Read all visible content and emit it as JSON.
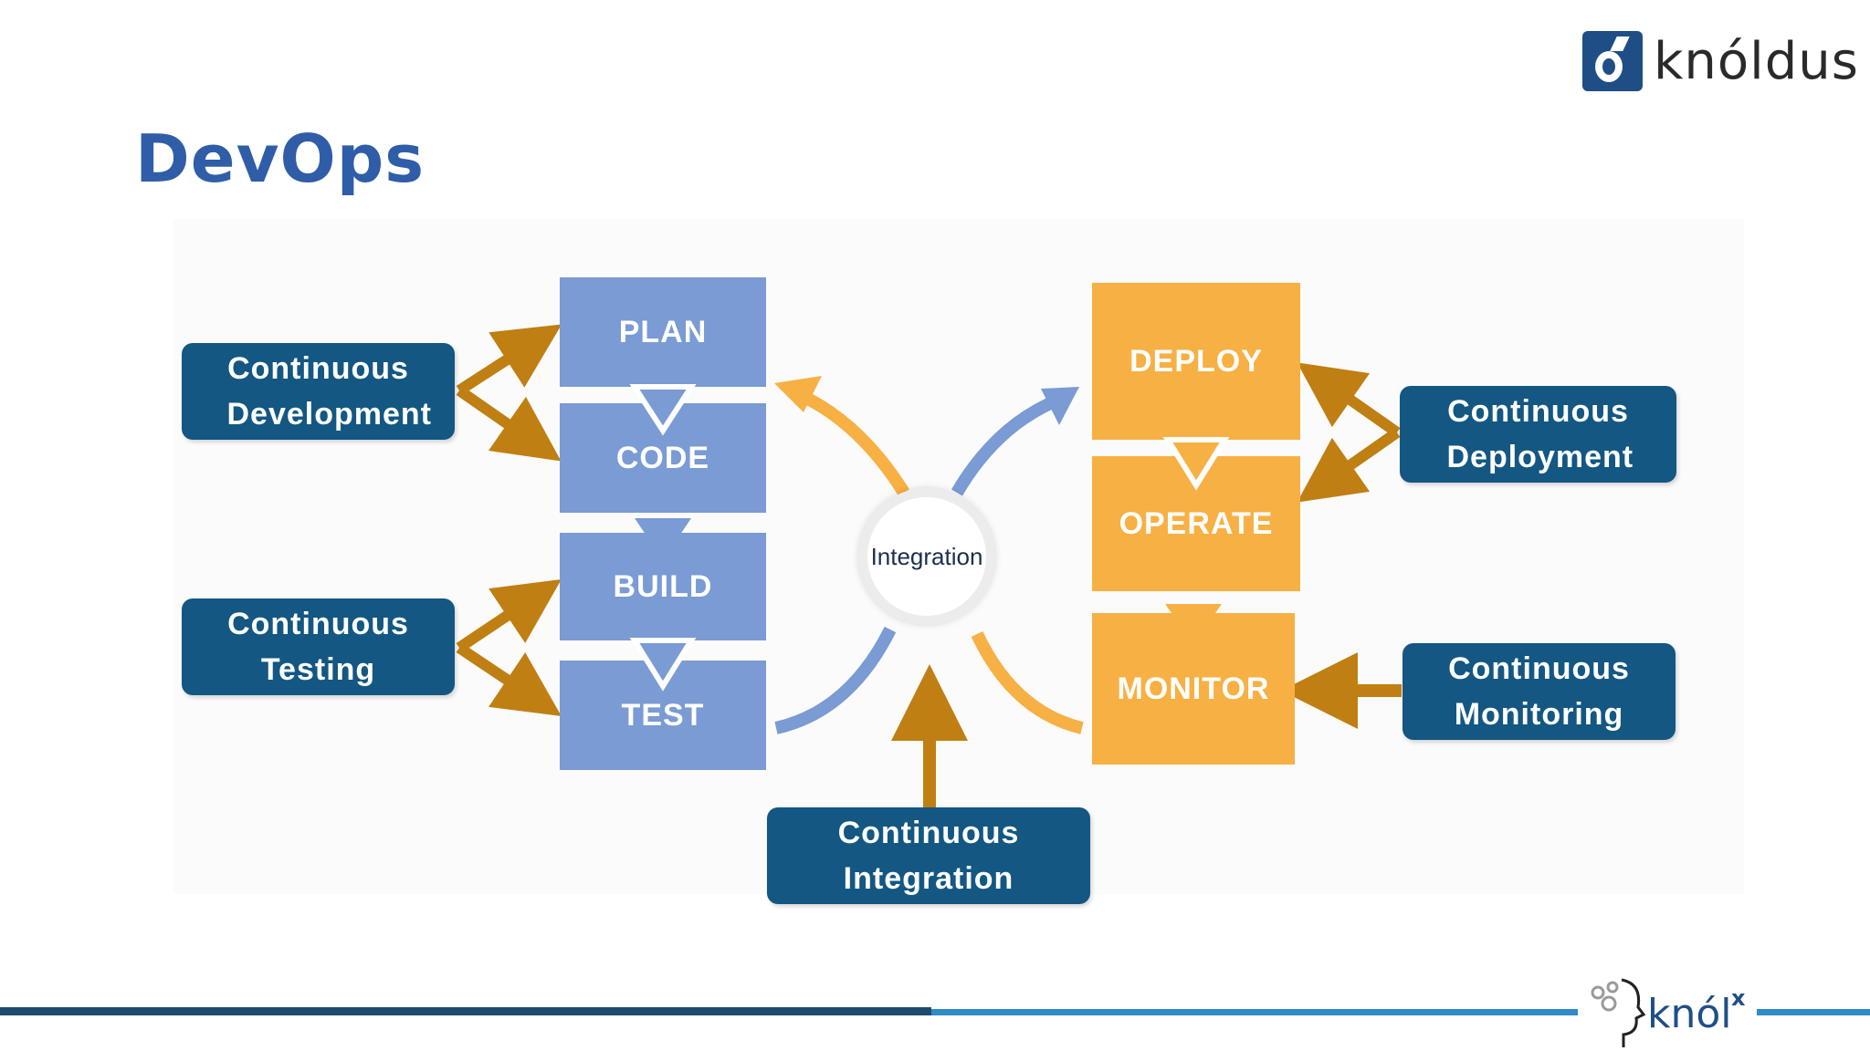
{
  "title": "DevOps",
  "brand": {
    "name": "knóldus",
    "footer_logo": "knól",
    "footer_logo_sup": "x"
  },
  "stages_left": [
    "PLAN",
    "CODE",
    "BUILD",
    "TEST"
  ],
  "stages_right": [
    "DEPLOY",
    "OPERATE",
    "MONITOR"
  ],
  "center": "Integration",
  "practices": {
    "development": "Continuous Development",
    "testing": "Continuous Testing",
    "integration": "Continuous Integration",
    "deployment": "Continuous Deployment",
    "monitoring": "Continuous Monitoring"
  },
  "colors": {
    "title": "#2f5da8",
    "blue_stage": "#7a9bd3",
    "orange_stage": "#f7b043",
    "practice_box": "#135782",
    "connector_arrow": "#c07f12"
  }
}
